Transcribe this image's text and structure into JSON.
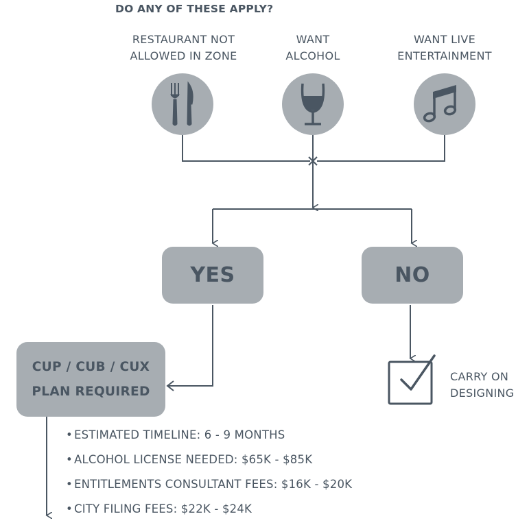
{
  "heading": "DO ANY OF THESE APPLY?",
  "conditions": [
    {
      "line1": "RESTAURANT NOT",
      "line2": "ALLOWED IN ZONE",
      "icon": "fork-knife-icon"
    },
    {
      "line1": "WANT",
      "line2": "ALCOHOL",
      "icon": "wine-glass-icon"
    },
    {
      "line1": "WANT LIVE",
      "line2": "ENTERTAINMENT",
      "icon": "music-note-icon"
    }
  ],
  "yes_label": "YES",
  "no_label": "NO",
  "plan": {
    "line1": "CUP / CUB / CUX",
    "line2": "PLAN REQUIRED"
  },
  "bullets": [
    "ESTIMATED TIMELINE: 6 - 9 MONTHS",
    "ALCOHOL LICENSE NEEDED: $65K - $85K",
    "ENTITLEMENTS CONSULTANT FEES: $16K - $20K",
    "CITY FILING FEES: $22K - $24K"
  ],
  "carry_on": {
    "line1": "CARRY ON",
    "line2": "DESIGNING",
    "icon": "checkbox-check-icon"
  },
  "colors": {
    "line": "#4a5662",
    "box": "#a7adb2",
    "circle": "#a7adb2",
    "icon": "#4a5662"
  }
}
